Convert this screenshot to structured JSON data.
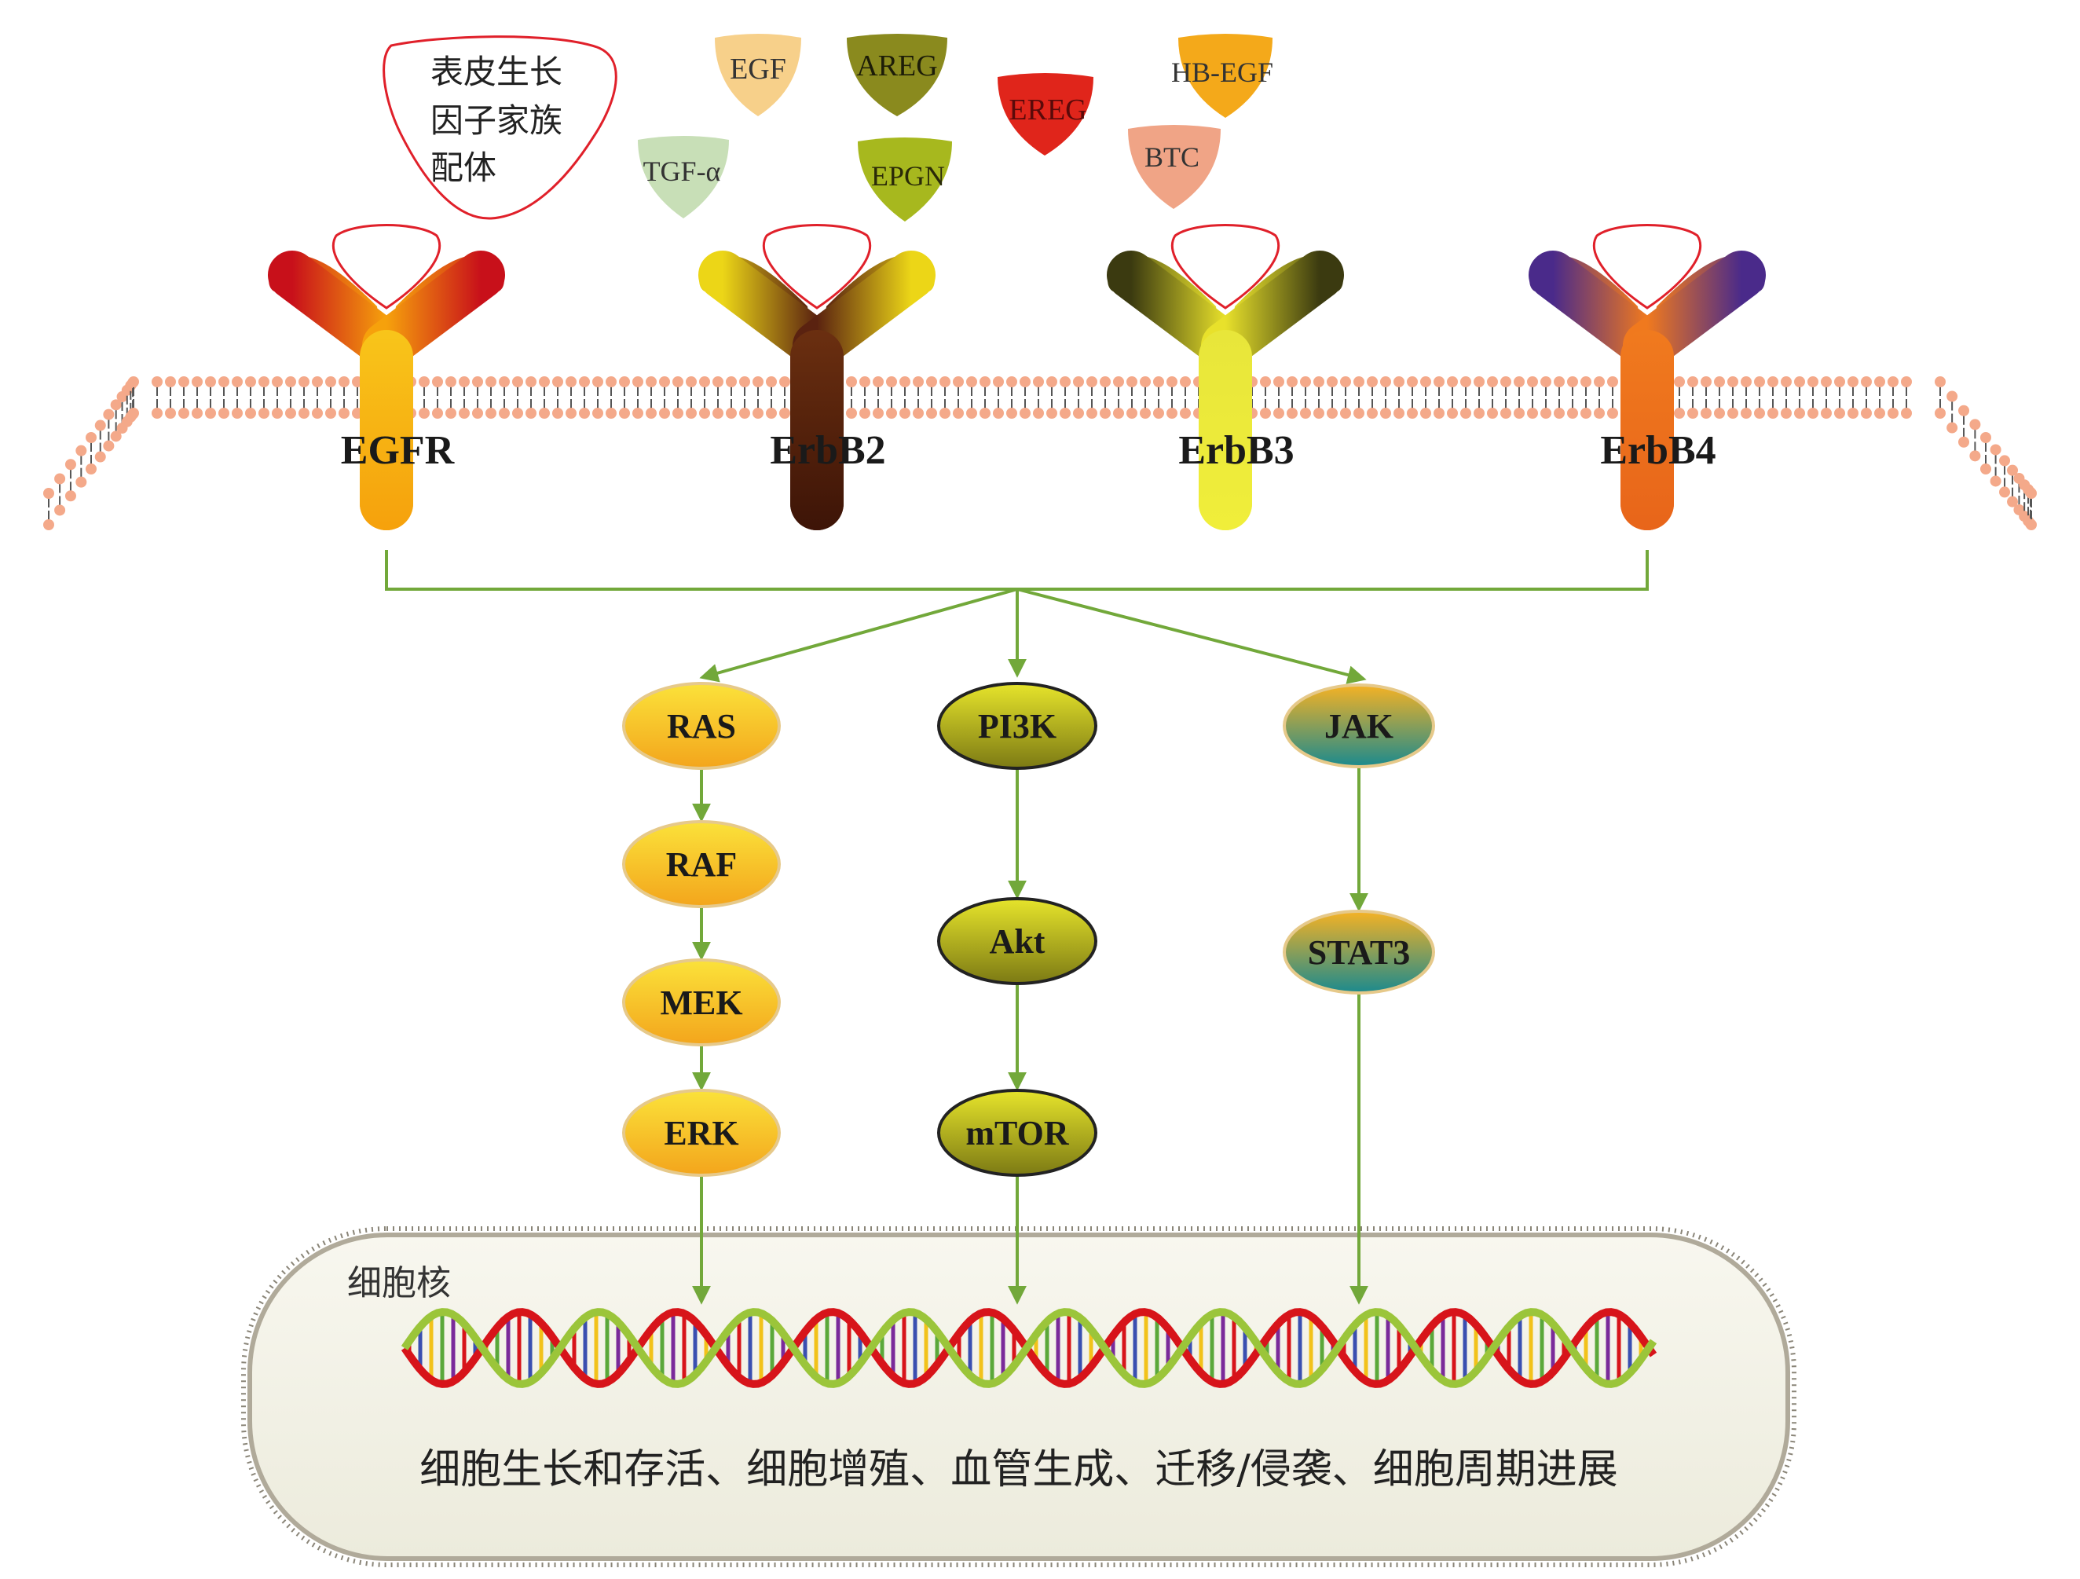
{
  "ligand_legend": {
    "line1": "表皮生长",
    "line2": "因子家族",
    "line3": "配体"
  },
  "ligands": [
    {
      "name": "EGF",
      "color": "#f7d08a"
    },
    {
      "name": "AREG",
      "color": "#8a8a1e"
    },
    {
      "name": "TGF-α",
      "color": "#c8dfb7"
    },
    {
      "name": "EPGN",
      "color": "#a7b81e"
    },
    {
      "name": "EREG",
      "color": "#e0251b"
    },
    {
      "name": "HB-EGF",
      "color": "#f4a91a"
    },
    {
      "name": "BTC",
      "color": "#f0a486"
    }
  ],
  "receptors": [
    {
      "name": "EGFR",
      "arm_outer": "#c8101a",
      "arm_inner": "#f6a10c",
      "stem_top": "#f8c51a",
      "stem_bottom": "#f6a10c"
    },
    {
      "name": "ErbB2",
      "arm_outer": "#ecd617",
      "arm_inner": "#5a2210",
      "stem_top": "#6b2f10",
      "stem_bottom": "#3d1407"
    },
    {
      "name": "ErbB3",
      "arm_outer": "#3b3a10",
      "arm_inner": "#e8e12b",
      "stem_top": "#e8e63a",
      "stem_bottom": "#f0ee3a"
    },
    {
      "name": "ErbB4",
      "arm_outer": "#4a2a8a",
      "arm_inner": "#f0791e",
      "stem_top": "#f07a1e",
      "stem_bottom": "#e8651a"
    }
  ],
  "pathways": [
    {
      "nodes": [
        "RAS",
        "RAF",
        "MEK",
        "ERK"
      ],
      "fill_top": "#fbe23a",
      "fill_bottom": "#f3a51c",
      "stroke": "#e6c98a"
    },
    {
      "nodes": [
        "PI3K",
        "Akt",
        "mTOR"
      ],
      "fill_top": "#e6e42b",
      "fill_bottom": "#7c7a14",
      "stroke": "#222222"
    },
    {
      "nodes": [
        "JAK",
        "STAT3"
      ],
      "fill_top": "#f5b224",
      "fill_bottom": "#1b8a8e",
      "stroke": "#e6c98a"
    }
  ],
  "nucleus": {
    "label": "细胞核",
    "outcomes": "细胞生长和存活、细胞增殖、血管生成、迁移/侵袭、细胞周期进展"
  },
  "colors": {
    "arrow": "#72a83a",
    "membrane_head": "#f4a98a",
    "nucleus_fill": "#f5f4ea",
    "nucleus_border": "#b0aa9a",
    "dna_strand_a": "#d7141a",
    "dna_strand_b": "#9bc53a"
  }
}
